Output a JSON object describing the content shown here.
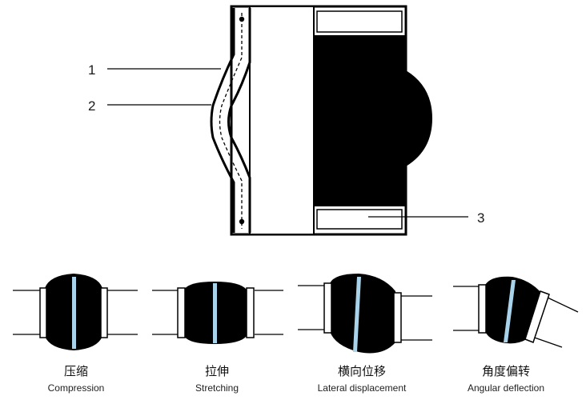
{
  "callouts": [
    "1",
    "2",
    "3"
  ],
  "modes": [
    {
      "zh": "压缩",
      "en": "Compression"
    },
    {
      "zh": "拉伸",
      "en": "Stretching"
    },
    {
      "zh": "横向位移",
      "en": "Lateral displacement"
    },
    {
      "zh": "角度偏转",
      "en": "Angular deflection"
    }
  ],
  "colors": {
    "rubber": "#000000",
    "reinforcement": "#a9d3ea",
    "outline": "#000000",
    "background": "#ffffff"
  }
}
